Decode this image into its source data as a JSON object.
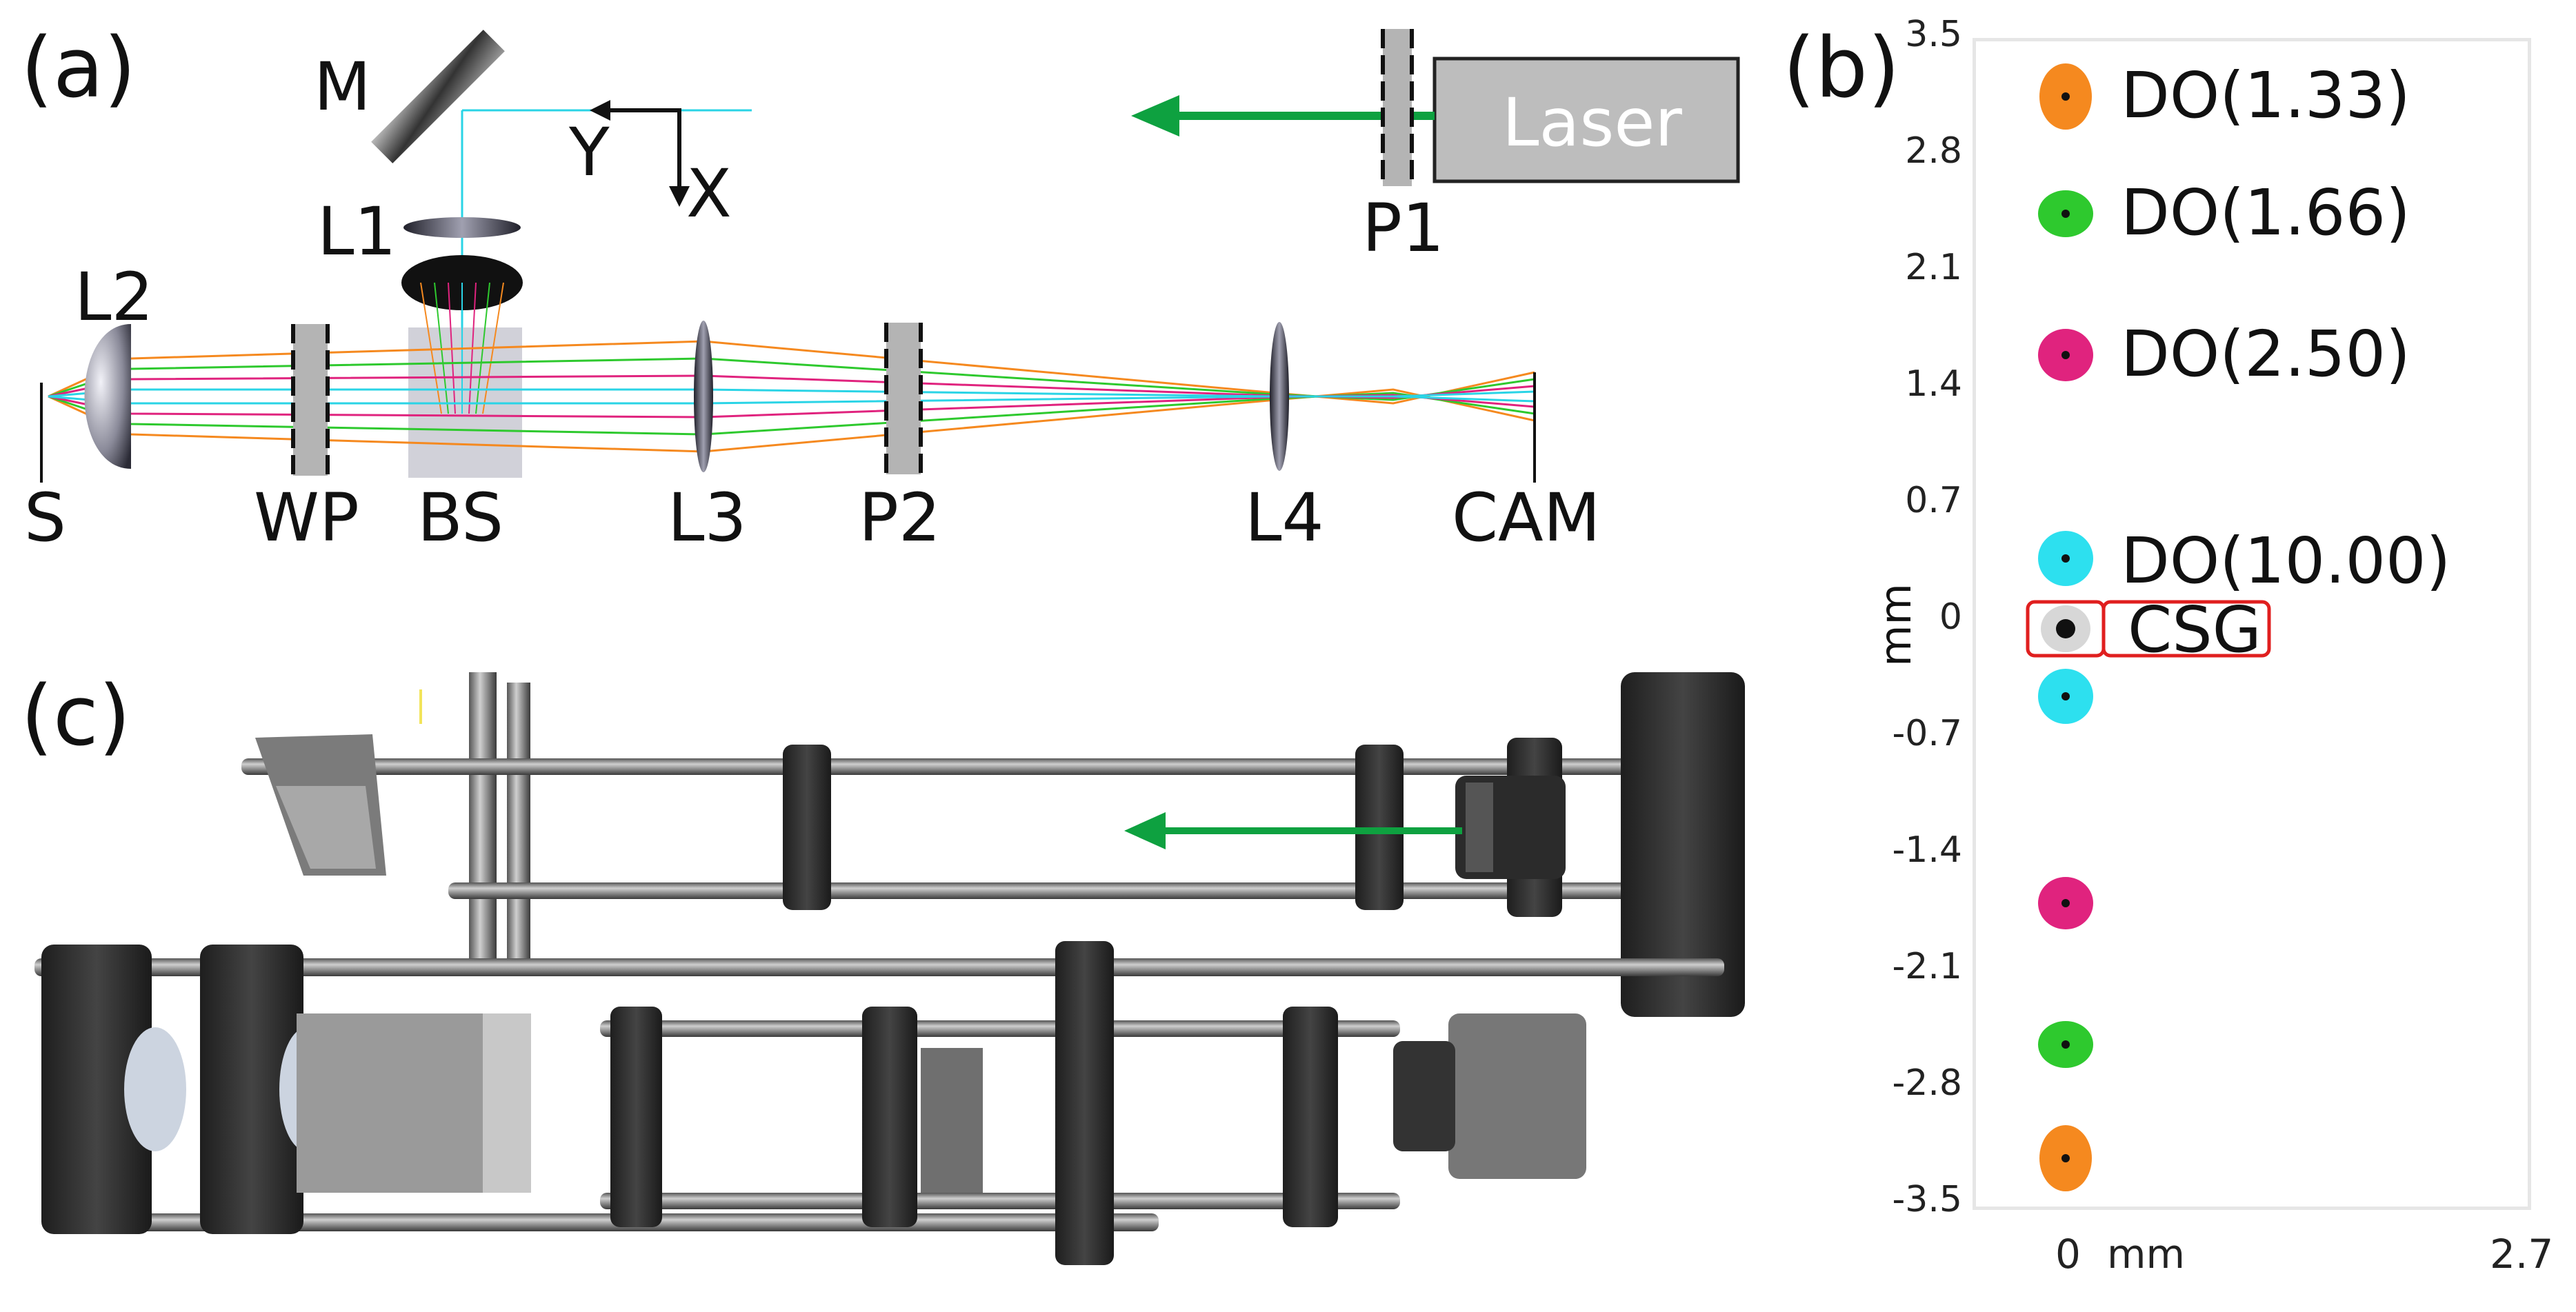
{
  "panels": {
    "a": "(a)",
    "b": "(b)",
    "c": "(c)"
  },
  "setup_a": {
    "components": {
      "M": "M",
      "L1": "L1",
      "L2": "L2",
      "S": "S",
      "WP": "WP",
      "BS": "BS",
      "L3": "L3",
      "P2": "P2",
      "L4": "L4",
      "CAM": "CAM",
      "P1": "P1",
      "laser": "Laser"
    },
    "axes": {
      "x": "X",
      "y": "Y"
    }
  },
  "spot_diagram": {
    "y_ticks": [
      "3.5",
      "2.8",
      "2.1",
      "1.4",
      "0.7",
      "0",
      "-0.7",
      "-1.4",
      "-2.1",
      "-2.8",
      "-3.5"
    ],
    "y_label": "mm",
    "x_ticks": [
      "0",
      "2.7"
    ],
    "x_unit": "mm",
    "labels": [
      "DO(1.33)",
      "DO(1.66)",
      "DO(2.50)",
      "DO(10.00)",
      "CSG"
    ],
    "colors": {
      "do133": "#f5891f",
      "do166": "#2ec92e",
      "do250": "#e0237e",
      "do1000": "#2de0ef",
      "csg": "#e8e8e8",
      "highlight": "#e01f1f"
    }
  }
}
